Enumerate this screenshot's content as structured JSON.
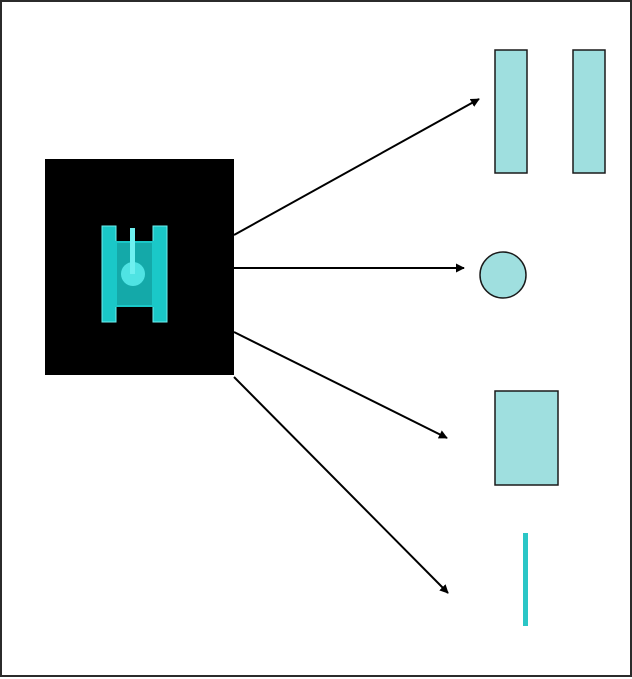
{
  "diagram": {
    "background_color": "#ffffff",
    "border_color": "#2b2b2b",
    "source_box_color": "#000000",
    "source_icon": "tank-icon",
    "icon_color": "#1ac8c8",
    "icon_highlight_color": "#6ef0f0",
    "arrow_color": "#000000",
    "part_fill_color": "#9fdfdf",
    "part_stroke_color": "#1a1a1a",
    "barrel_color": "#2bc6c6",
    "parts": [
      "track-pair",
      "turret-circle",
      "hull-rectangle",
      "barrel-line"
    ]
  }
}
